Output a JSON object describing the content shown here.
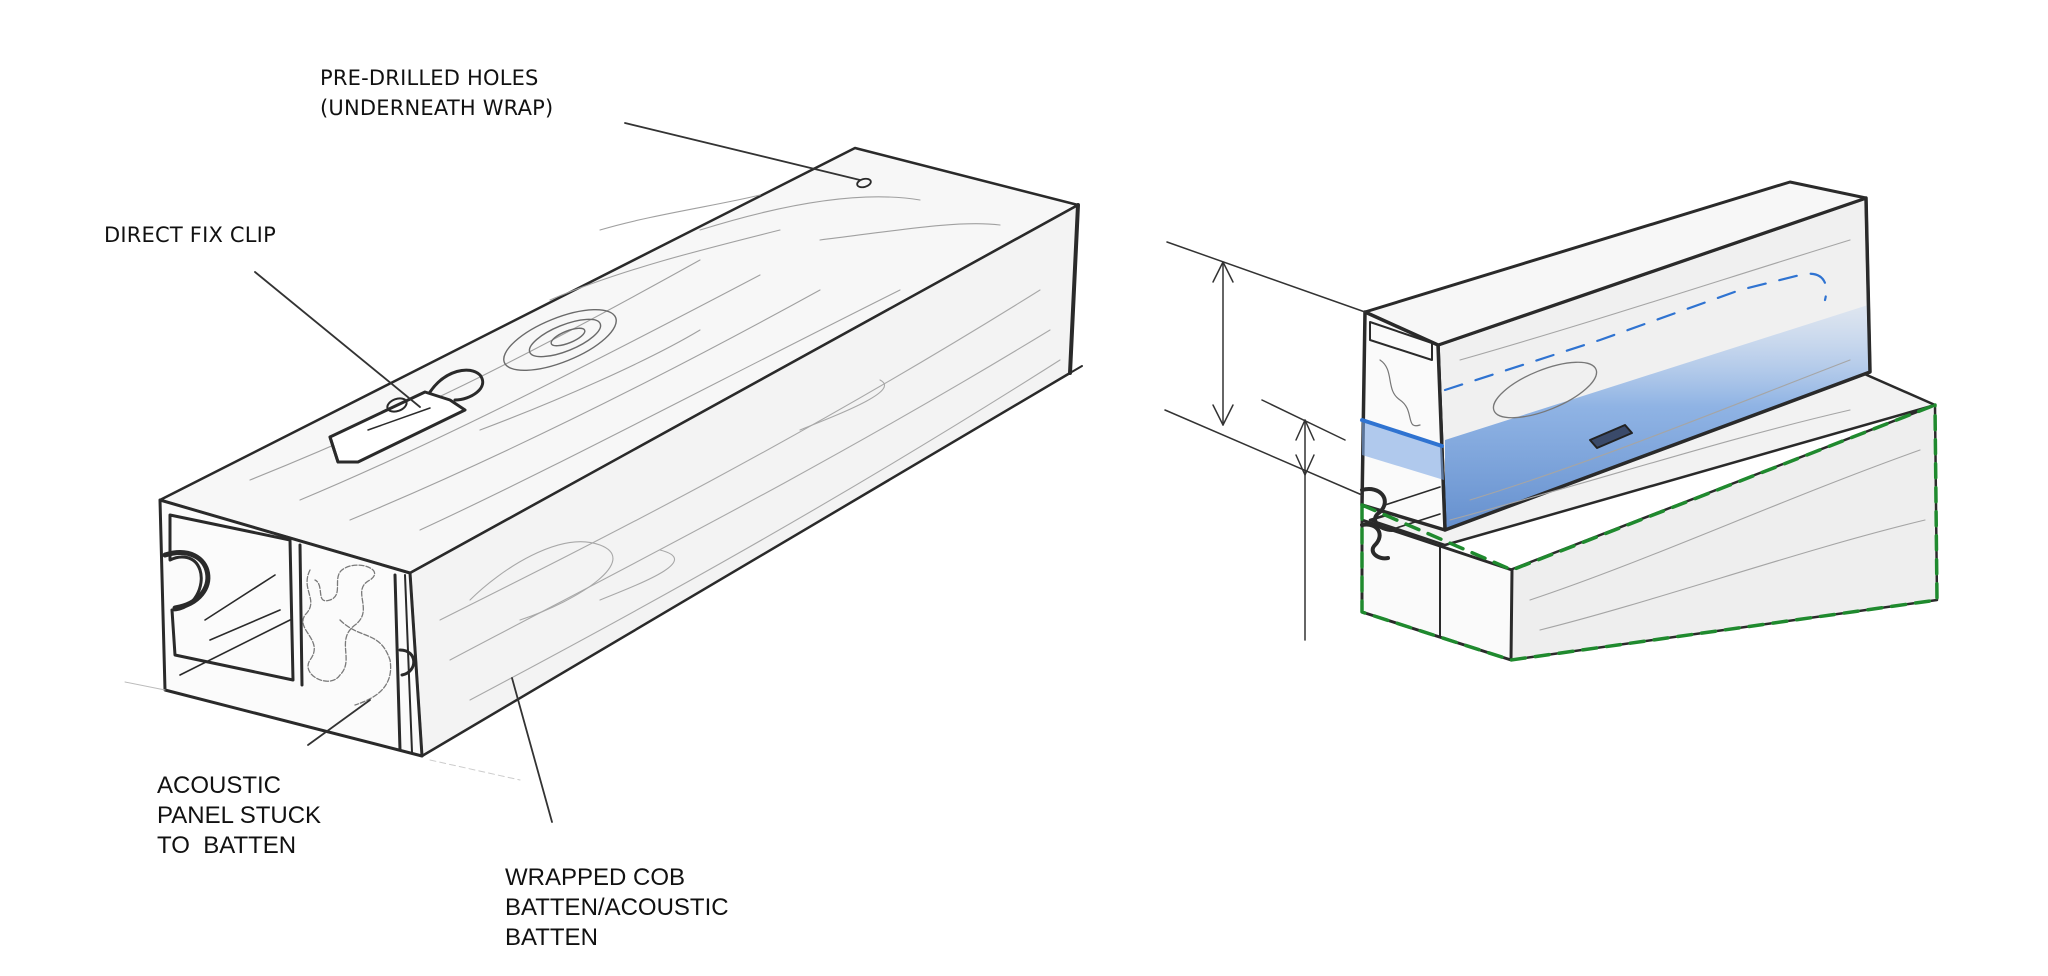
{
  "figure": {
    "description": "Hand-drawn isometric sketches of wrapped acoustic battens",
    "left_drawing": {
      "name": "wrapped-cob-batten",
      "labels": {
        "pre_drilled_line1": "PRE-DRILLED HOLES",
        "pre_drilled_line2": "(UNDERNEATH WRAP)",
        "direct_fix_clip": "DIRECT FIX CLIP",
        "acoustic_panel_line1": "ACOUSTIC",
        "acoustic_panel_line2": "PANEL STUCK",
        "acoustic_panel_line3": "TO  BATTEN",
        "wrapped_batten_line1": "WRAPPED COB",
        "wrapped_batten_line2": "BATTEN/ACOUSTIC",
        "wrapped_batten_line3": "BATTEN"
      }
    },
    "right_drawing": {
      "name": "stacked-batten-assembly",
      "highlights": {
        "upper_batten_shading": "blue",
        "lower_batten_outline": "green-dashed"
      }
    },
    "colors": {
      "ink": "#2a2a2a",
      "pencil": "#9a9a9a",
      "blue_shading": "#5b8fd6",
      "blue_dash": "#2f73d1",
      "green_dash": "#1f8a2e",
      "background": "#ffffff"
    }
  }
}
